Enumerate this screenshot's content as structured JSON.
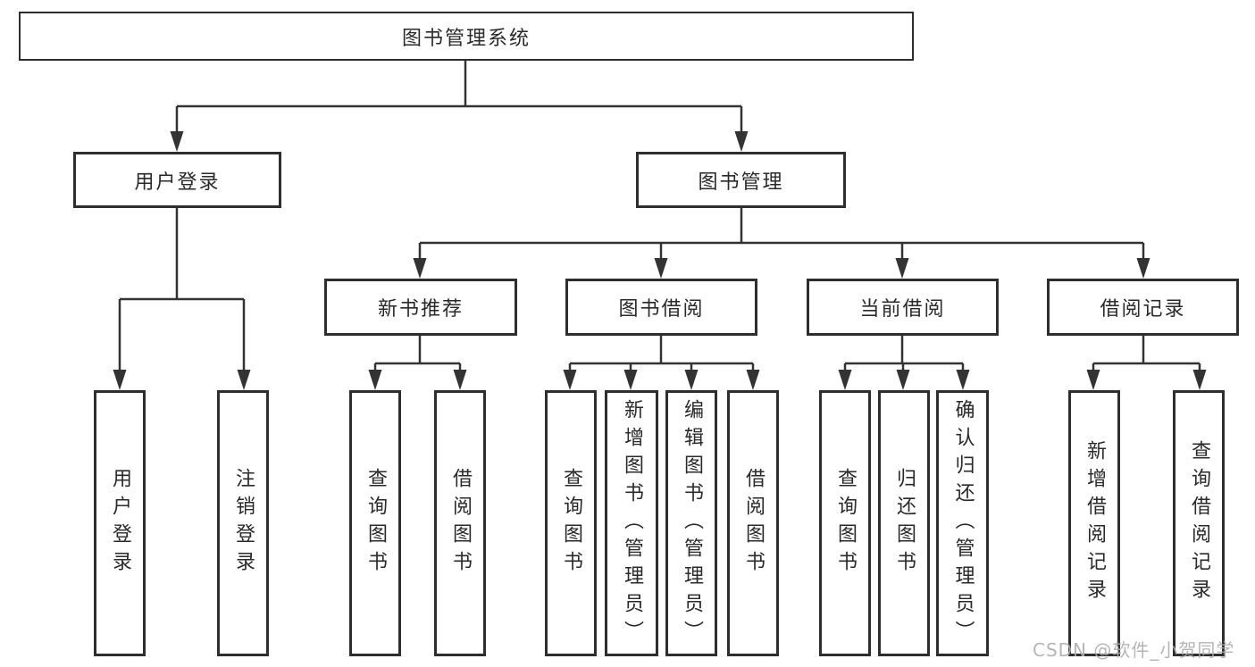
{
  "diagram_title": "图书管理系统",
  "tree": {
    "label": "图书管理系统",
    "children": [
      {
        "label": "用户登录",
        "children": [
          {
            "label": "用户登录"
          },
          {
            "label": "注销登录"
          }
        ]
      },
      {
        "label": "图书管理",
        "children": [
          {
            "label": "新书推荐",
            "children": [
              {
                "label": "查询图书"
              },
              {
                "label": "借阅图书"
              }
            ]
          },
          {
            "label": "图书借阅",
            "children": [
              {
                "label": "查询图书"
              },
              {
                "label": "新增图书（管理员）"
              },
              {
                "label": "编辑图书（管理员）"
              },
              {
                "label": "借阅图书"
              }
            ]
          },
          {
            "label": "当前借阅",
            "children": [
              {
                "label": "查询图书"
              },
              {
                "label": "归还图书"
              },
              {
                "label": "确认归还（管理员）"
              }
            ]
          },
          {
            "label": "借阅记录",
            "children": [
              {
                "label": "新增借阅记录"
              },
              {
                "label": "查询借阅记录"
              }
            ]
          }
        ]
      }
    ]
  },
  "watermark": "CSDN @软件_小贺同学",
  "colors": {
    "line": "#333333",
    "box_border": "#2e2e2e",
    "text": "#2a2a2a",
    "watermark": "#aeaeae",
    "background": "#ffffff"
  }
}
